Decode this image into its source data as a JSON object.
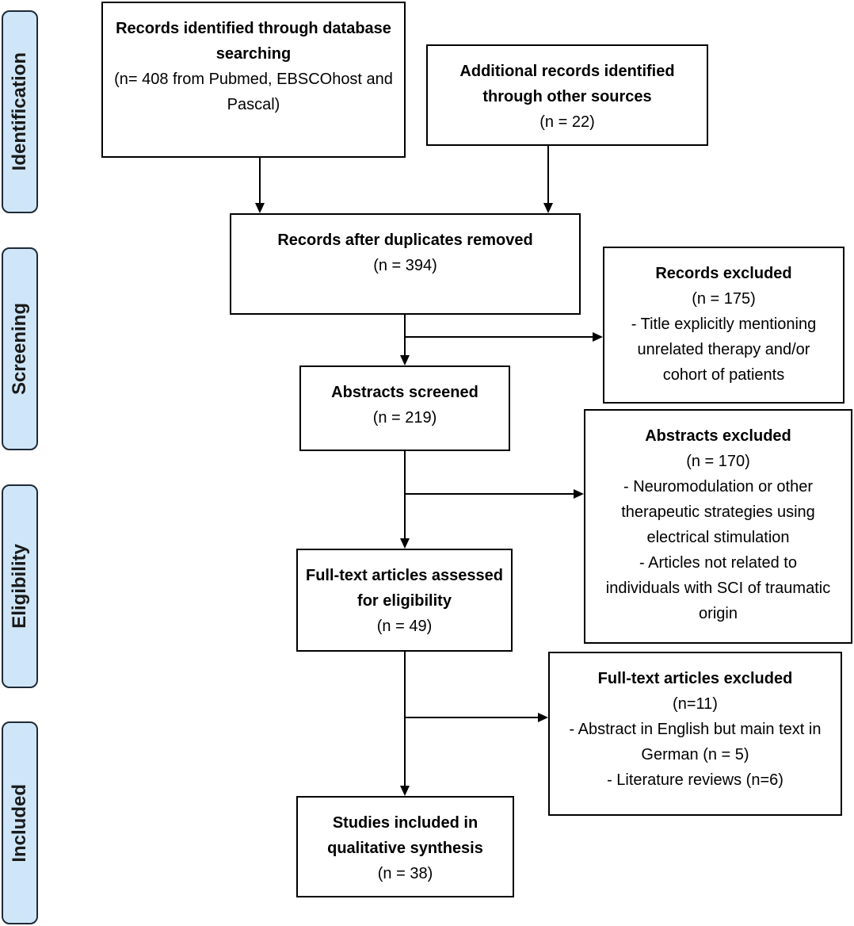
{
  "colors": {
    "phase_fill": "#cfe6f8",
    "phase_border": "#1e2a36",
    "box_border": "#000000",
    "arrow": "#000000",
    "text": "#000000"
  },
  "phases": [
    {
      "label": "Identification"
    },
    {
      "label": "Screening"
    },
    {
      "label": "Eligibility"
    },
    {
      "label": "Included"
    }
  ],
  "boxes": {
    "database_records": {
      "title": "Records identified through database searching",
      "count": "(n= 408 from Pubmed, EBSCOhost and Pascal)"
    },
    "other_sources": {
      "title": "Additional records identified through other sources",
      "count": "(n = 22)"
    },
    "duplicates_removed": {
      "title": "Records after duplicates removed",
      "count": "(n = 394)"
    },
    "records_excluded": {
      "title": "Records excluded",
      "count": "(n = 175)",
      "reasons": [
        "- Title explicitly mentioning unrelated therapy and/or cohort of patients"
      ]
    },
    "abstracts_screened": {
      "title": "Abstracts screened",
      "count": "(n = 219)"
    },
    "abstracts_excluded": {
      "title": "Abstracts excluded",
      "count": "(n = 170)",
      "reasons": [
        "- Neuromodulation or other therapeutic strategies using electrical stimulation",
        "- Articles not related to individuals with SCI of traumatic origin"
      ]
    },
    "fulltext_assessed": {
      "title": "Full-text articles assessed for eligibility",
      "count": "(n = 49)"
    },
    "fulltext_excluded": {
      "title": "Full-text articles excluded",
      "count": "(n=11)",
      "reasons": [
        "- Abstract in English but main text in German (n = 5)",
        "- Literature reviews (n=6)"
      ]
    },
    "studies_included": {
      "title": "Studies included in qualitative synthesis",
      "count": "(n = 38)"
    }
  }
}
